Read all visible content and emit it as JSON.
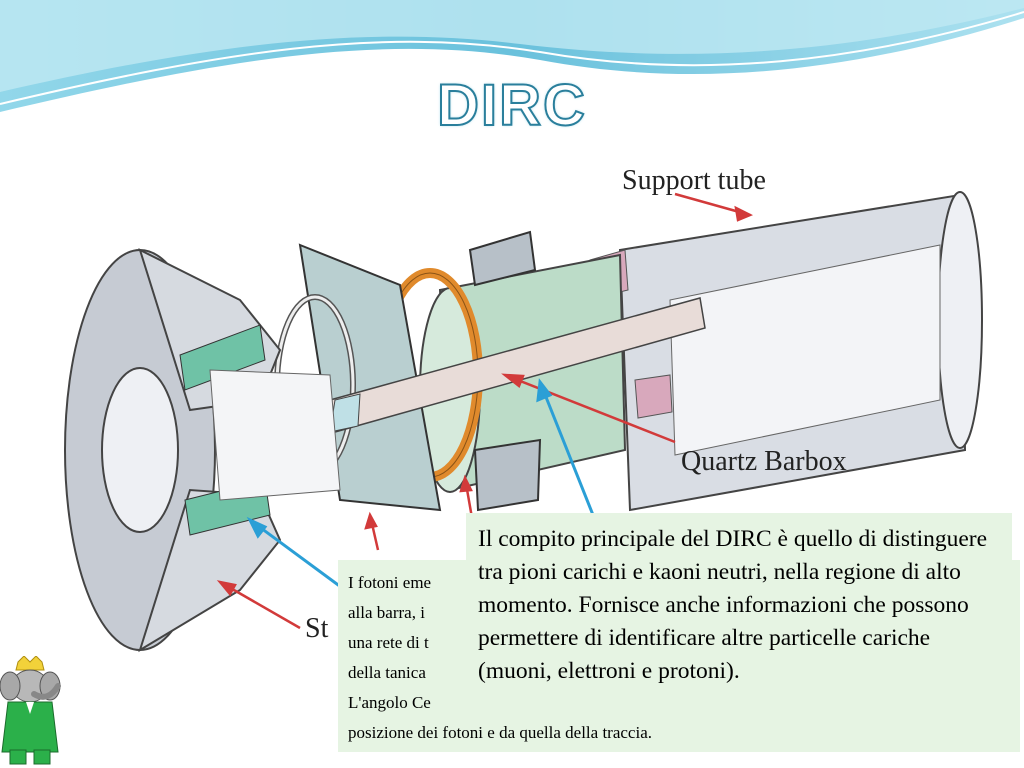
{
  "slide": {
    "title": "DIRC"
  },
  "diagram": {
    "labels": {
      "support_tube": "Support tube",
      "quartz_barbox": "Quartz Barbox",
      "partial_label": "St"
    }
  },
  "text_boxes": {
    "back": {
      "lines": [
        "I fotoni eme",
        "alla barra, i",
        "una rete di t",
        "della tanica",
        "L'angolo Ce",
        "posizione dei fotoni e da quella della traccia."
      ]
    },
    "front": {
      "text": "Il compito principale del DIRC è quello di distinguere tra pioni carichi e kaoni neutri, nella regione di alto momento. Fornisce anche informazioni che possono permettere di identificare altre particelle cariche (muoni, elettroni e protoni)."
    }
  },
  "colors": {
    "title_outline": "#2a7f9c",
    "wave_blue": "#4fb6d6",
    "box_fill": "#e6f4e3",
    "arrow_red": "#d23a3a",
    "arrow_blue": "#2b9fd6"
  }
}
